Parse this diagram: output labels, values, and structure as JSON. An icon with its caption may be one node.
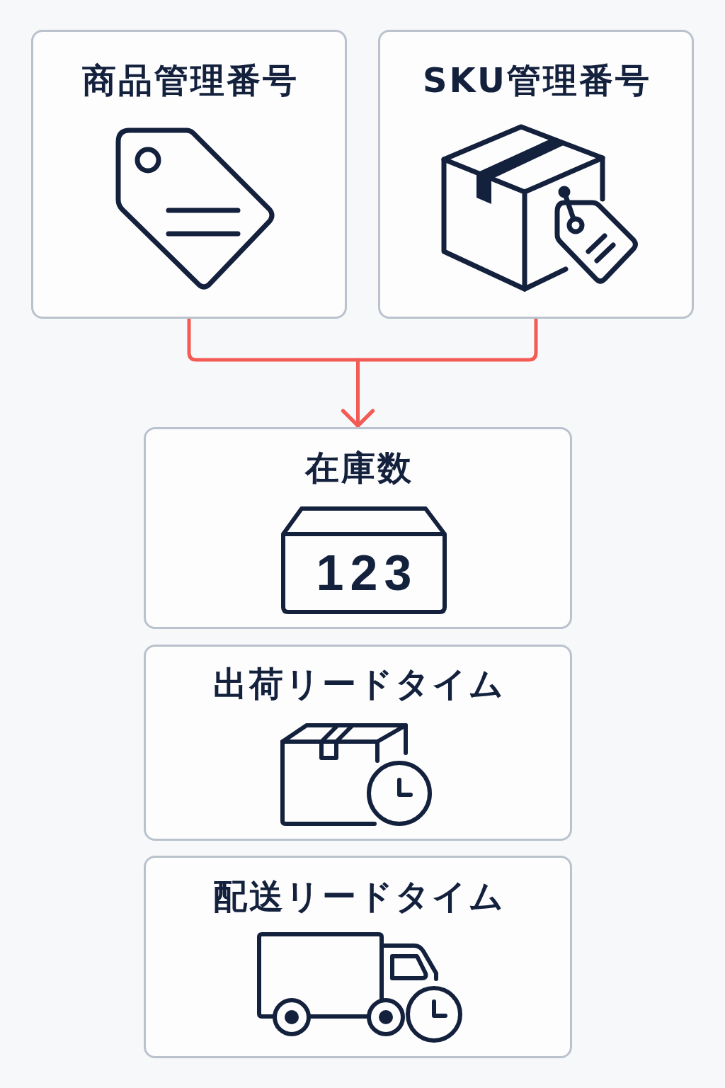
{
  "diagram": {
    "nodes": [
      {
        "text": [
          "商品管理番号"
        ]
      },
      {
        "text": [
          "SKU管理番号"
        ]
      },
      {
        "text": [
          "在庫数"
        ]
      },
      {
        "text": [
          "123"
        ],
        "in": 2
      },
      {
        "text": [
          "出荷リードタイム"
        ]
      },
      {
        "text": [
          "配送リードタイム"
        ]
      }
    ],
    "edges": [
      {
        "from": 0,
        "to": 2,
        "arrow": "to",
        "color": "#f25c54"
      },
      {
        "from": 1,
        "to": 2,
        "arrow": "to",
        "color": "#f25c54"
      }
    ]
  }
}
